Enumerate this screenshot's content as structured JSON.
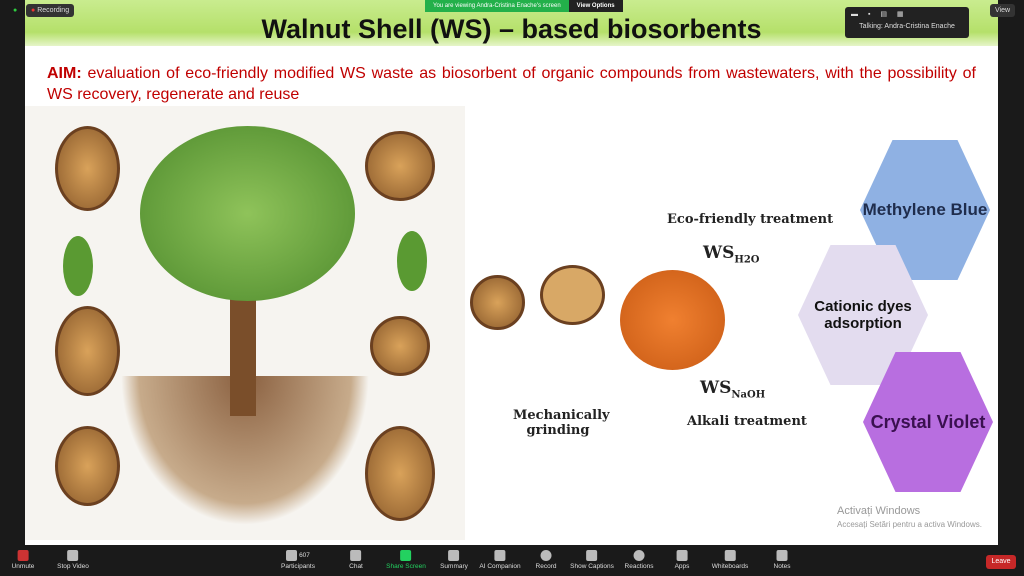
{
  "meeting": {
    "recording_label": "Recording",
    "viewing_banner": "You are viewing Andra-Cristina Enache's screen",
    "view_options": "View Options",
    "talking": "Talking: Andra-Cristina Enache",
    "view_label": "View"
  },
  "slide": {
    "title": "Walnut Shell (WS) – based biosorbents",
    "aim_label": "AIM:",
    "aim_text": " evaluation of eco-friendly modified WS waste as biosorbent of organic compounds from wastewaters, with the possibility of WS recovery, regenerate and reuse",
    "diagram": {
      "eco": "Eco-friendly treatment",
      "ws_h2o": "WS",
      "ws_h2o_sub": "H2O",
      "ws_naoh": "WS",
      "ws_naoh_sub": "NaOH",
      "alkali": "Alkali treatment",
      "grinding": "Mechanically grinding",
      "center": "Cationic dyes adsorption",
      "mb": "Methylene Blue",
      "cv": "Crystal Violet"
    }
  },
  "watermark": {
    "line1": "Activați Windows",
    "line2": "Accesați Setări pentru a activa Windows."
  },
  "toolbar": {
    "unmute": "Unmute",
    "stop_video": "Stop Video",
    "participants_count": "607",
    "participants": "Participants",
    "chat": "Chat",
    "share": "Share Screen",
    "summary": "Summary",
    "ai": "AI Companion",
    "record": "Record",
    "captions": "Show Captions",
    "reactions": "Reactions",
    "apps": "Apps",
    "whiteboards": "Whiteboards",
    "notes": "Notes",
    "leave": "Leave"
  },
  "colors": {
    "share": "#23d160",
    "leave": "#c62828",
    "mb": "#8fb1e3",
    "center": "#e3dcef",
    "cv": "#b86ee0"
  }
}
